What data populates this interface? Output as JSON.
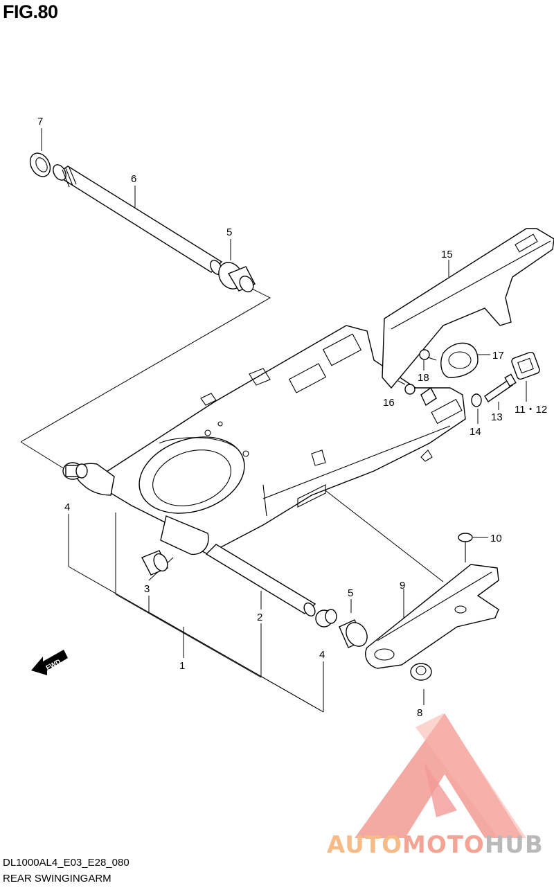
{
  "figure": {
    "title": "FIG.80"
  },
  "callouts": [
    {
      "id": "c7",
      "text": "7"
    },
    {
      "id": "c6",
      "text": "6"
    },
    {
      "id": "c5a",
      "text": "5"
    },
    {
      "id": "c15",
      "text": "15"
    },
    {
      "id": "c17",
      "text": "17"
    },
    {
      "id": "c18",
      "text": "18"
    },
    {
      "id": "c16",
      "text": "16"
    },
    {
      "id": "c13",
      "text": "13"
    },
    {
      "id": "c1112",
      "text": "11・12"
    },
    {
      "id": "c14",
      "text": "14"
    },
    {
      "id": "c4a",
      "text": "4"
    },
    {
      "id": "c10",
      "text": "10"
    },
    {
      "id": "c3",
      "text": "3"
    },
    {
      "id": "c5b",
      "text": "5"
    },
    {
      "id": "c9",
      "text": "9"
    },
    {
      "id": "c2",
      "text": "2"
    },
    {
      "id": "c4b",
      "text": "4"
    },
    {
      "id": "c1",
      "text": "1"
    },
    {
      "id": "c8",
      "text": "8"
    }
  ],
  "direction_badge": "FWD",
  "footer": {
    "code": "DL1000AL4_E03_E28_080",
    "name": "REAR SWINGINGARM"
  },
  "watermark": {
    "part1": "AUTO",
    "part2": "MOTO",
    "part3": "HUB",
    "colors": {
      "auto": "#f6bb86",
      "moto": "#f4a494",
      "hub": "#b9b9b9",
      "triangle": "#f08a86"
    }
  }
}
